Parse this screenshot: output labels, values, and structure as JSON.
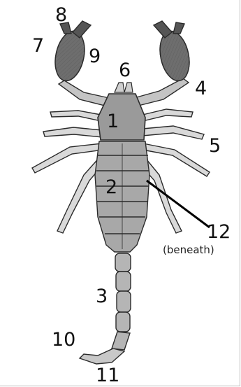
{
  "labels": {
    "l1": "1",
    "l2": "2",
    "l3": "3",
    "l4": "4",
    "l5": "5",
    "l6": "6",
    "l7": "7",
    "l8": "8",
    "l9": "9",
    "l10": "10",
    "l11": "11",
    "l12": "12",
    "beneath": "(beneath)"
  },
  "colors": {
    "outline": "#2b2b2b",
    "body_fill": "#a8a8a8",
    "leg_fill": "#d9d9d9",
    "claw_fill": "#6e6e6e",
    "pointer_line": "#000000"
  }
}
